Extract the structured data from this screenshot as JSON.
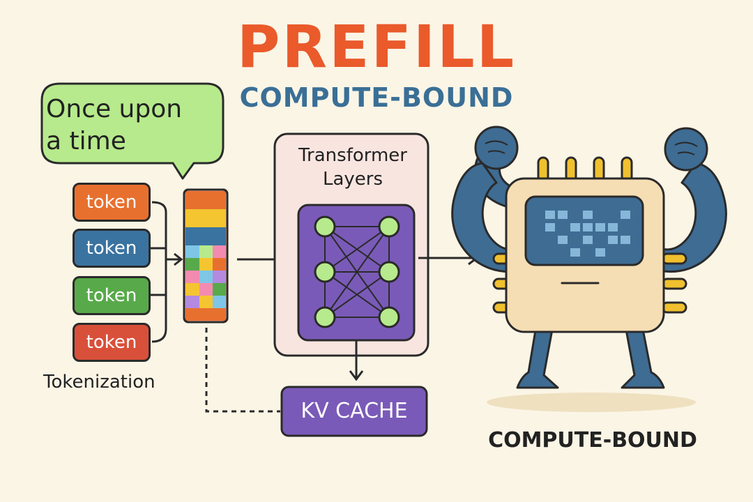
{
  "title": "PREFILL",
  "subtitle": "COMPUTE-BOUND",
  "speech_bubble": {
    "line1": "Once upon",
    "line2": "a time"
  },
  "tokens": [
    {
      "label": "token",
      "color": "#e8702f"
    },
    {
      "label": "token",
      "color": "#3a73a0"
    },
    {
      "label": "token",
      "color": "#58a94a"
    },
    {
      "label": "token",
      "color": "#d9503a"
    }
  ],
  "tokenization_label": "Tokenization",
  "transformer": {
    "line1": "Transformer",
    "line2": "Layers"
  },
  "kv_cache_label": "KV CACHE",
  "bottom_label": "COMPUTE-BOUND",
  "colors": {
    "background": "#fbf5e6",
    "title": "#ea5a2b",
    "subtitle": "#3a6f96",
    "bubble_fill": "#b7ea8c",
    "transformer_panel": "#f9e5e0",
    "network_box": "#7a5ab8",
    "network_node": "#b7ea8c",
    "kv_cache": "#7a5ab8",
    "robot_body": "#3e6c93",
    "chip_body": "#f5deb3",
    "chip_screen": "#3e6c93",
    "chip_pins": "#f0c02e"
  }
}
